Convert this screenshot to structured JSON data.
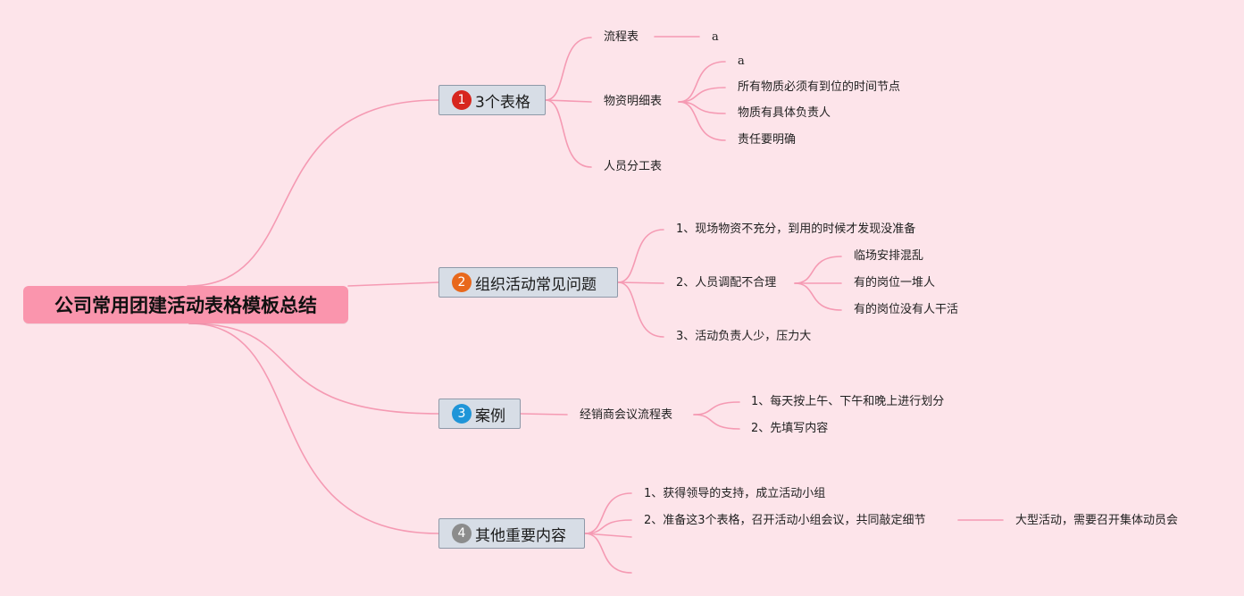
{
  "title": "公司常用团建活动表格模板总结",
  "branches": [
    {
      "number": "1",
      "label": "3个表格",
      "badge_color": "#d7261e",
      "children": [
        {
          "label": "流程表",
          "children": [
            {
              "label": "a"
            }
          ]
        },
        {
          "label": "物资明细表",
          "children": [
            {
              "label": "a"
            },
            {
              "label": "所有物质必须有到位的时间节点"
            },
            {
              "label": "物质有具体负责人"
            },
            {
              "label": "责任要明确"
            }
          ]
        },
        {
          "label": "人员分工表"
        }
      ]
    },
    {
      "number": "2",
      "label": "组织活动常见问题",
      "badge_color": "#e8681c",
      "children": [
        {
          "label": "1、现场物资不充分，到用的时候才发现没准备"
        },
        {
          "label": "2、人员调配不合理",
          "children": [
            {
              "label": "临场安排混乱"
            },
            {
              "label": "有的岗位一堆人"
            },
            {
              "label": "有的岗位没有人干活"
            }
          ]
        },
        {
          "label": "3、活动负责人少，压力大"
        }
      ]
    },
    {
      "number": "3",
      "label": "案例",
      "badge_color": "#1f95d8",
      "children": [
        {
          "label": "经销商会议流程表",
          "children": [
            {
              "label": "1、每天按上午、下午和晚上进行划分"
            },
            {
              "label": "2、先填写内容"
            }
          ]
        }
      ]
    },
    {
      "number": "4",
      "label": "其他重要内容",
      "badge_color": "#8c8c8c",
      "children": [
        {
          "label": "1、获得领导的支持，成立活动小组"
        },
        {
          "label": "2、准备这3个表格，召开活动小组会议，共同敲定细节",
          "children": [
            {
              "label": "大型活动，需要召开集体动员会"
            }
          ]
        },
        {
          "label": ""
        },
        {
          "label": ""
        }
      ]
    }
  ]
}
